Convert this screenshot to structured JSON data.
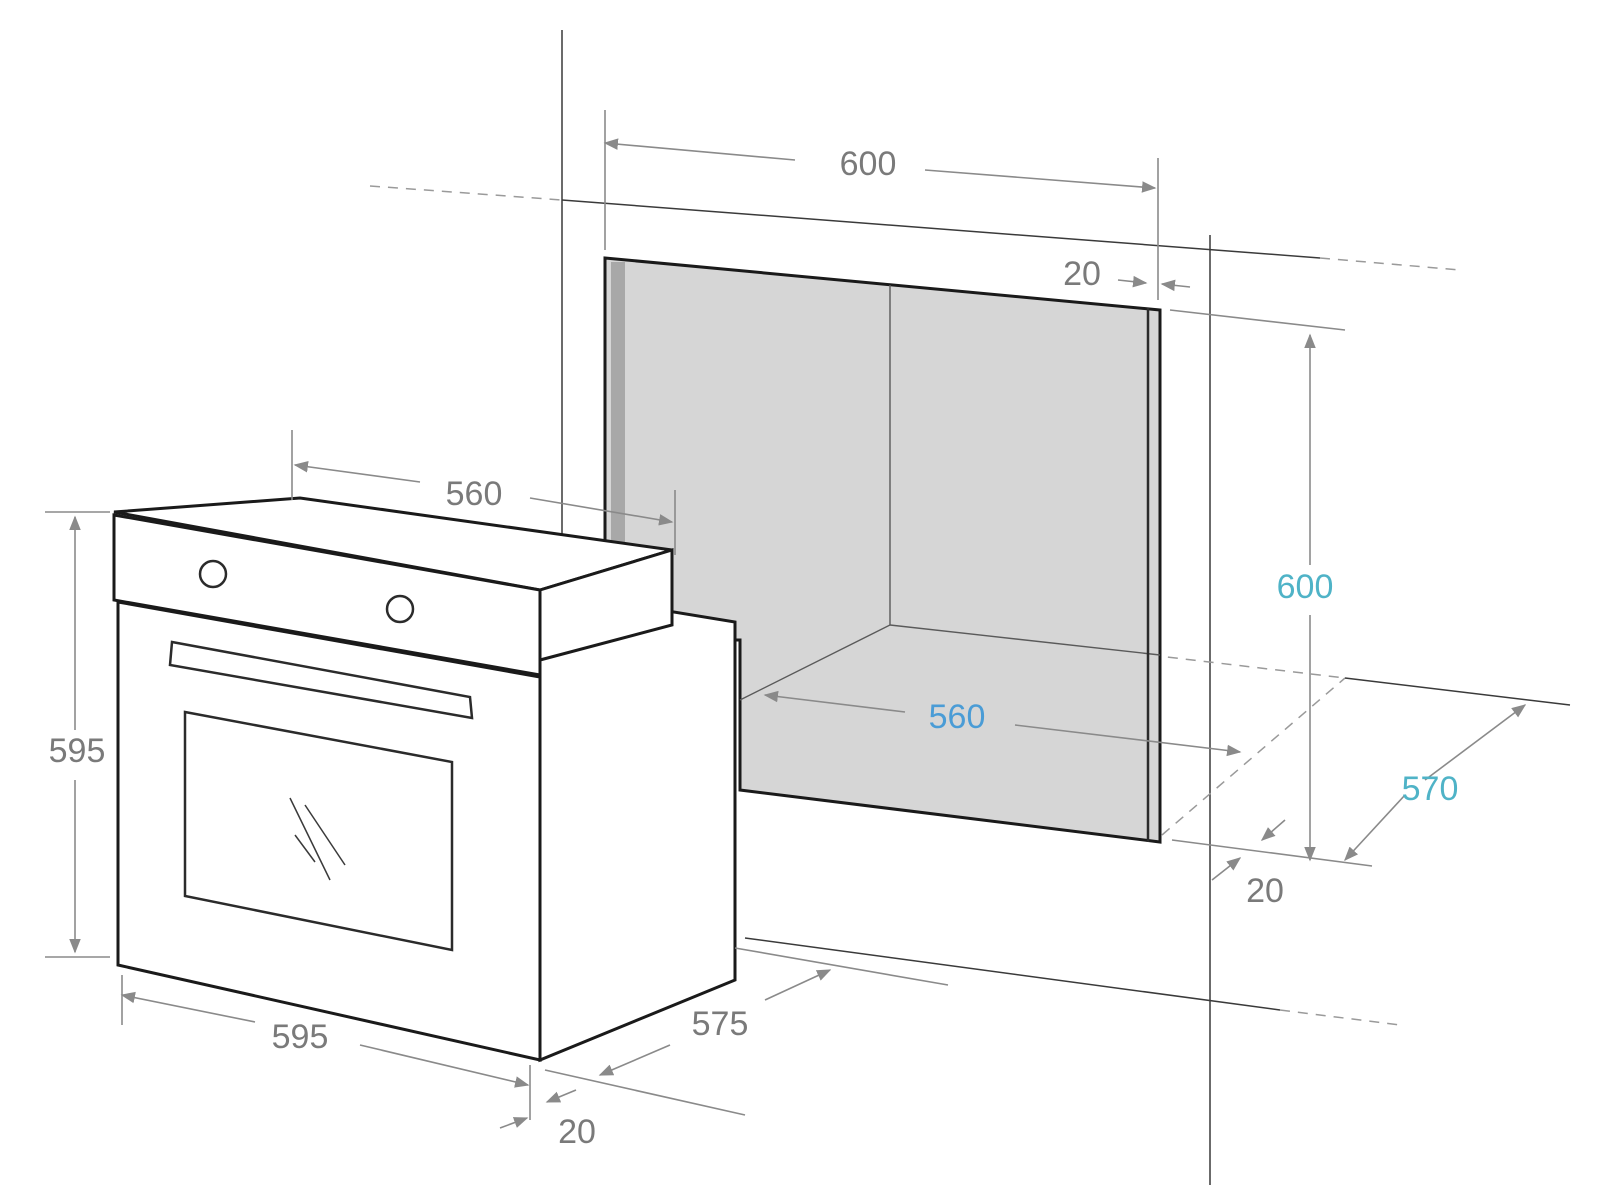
{
  "dimensions": {
    "niche_width_top": "600",
    "niche_side_gap_top": "20",
    "niche_height": "600",
    "niche_inner_width": "560",
    "niche_depth": "570",
    "niche_bottom_gap": "20",
    "oven_top_depth": "560",
    "oven_height": "595",
    "oven_width": "595",
    "oven_depth": "575",
    "oven_front_gap": "20"
  },
  "colors": {
    "label_gray": "#7a7a7a",
    "label_blue": "#4a9cd6",
    "label_teal": "#4fb3c7",
    "niche_fill": "#d6d6d6"
  }
}
